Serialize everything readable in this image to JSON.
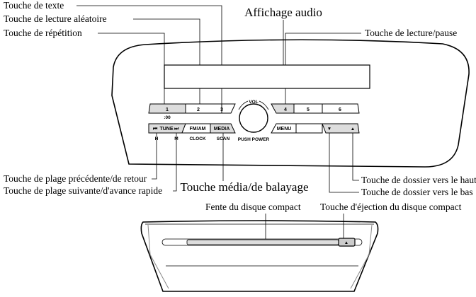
{
  "labels": {
    "text_button": "Touche de texte",
    "random_button": "Touche de lecture aléatoire",
    "repeat_button": "Touche de répétition",
    "audio_display": "Affichage audio",
    "play_pause_button": "Touche de lecture/pause",
    "prev_track_button": "Touche de plage précédente/de retour",
    "next_track_button": "Touche de plage suivante/d'avance rapide",
    "media_scan_button": "Touche média/de balayage",
    "folder_up_button": "Touche de dossier vers le haut",
    "folder_down_button": "Touche de dossier vers le bas",
    "cd_slot": "Fente du disque compact",
    "cd_eject_button": "Touche d'éjection du disque compact"
  },
  "unit": {
    "presets": [
      "1",
      "2",
      "3",
      "4",
      "5",
      "6"
    ],
    "preset1_sub": ":00",
    "vol": "VOL",
    "push_power": "PUSH POWER",
    "tune": "TUNE",
    "tune_sub_h": "H",
    "tune_sub_m": "M",
    "fmam": "FM/AM",
    "fmam_sub": "CLOCK",
    "media": "MEDIA",
    "media_sub": "SCAN",
    "menu": "MENU",
    "down_arrow": "▼",
    "up_arrow": "▲",
    "prev_icon": "⏮",
    "next_icon": "⏭",
    "eject_icon": "▲"
  }
}
